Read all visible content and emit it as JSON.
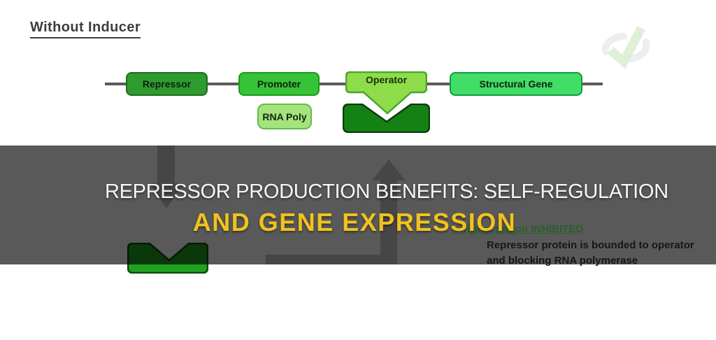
{
  "page": {
    "background": "#ffffff"
  },
  "heading": {
    "label": "Without Inducer",
    "color": "#3d3d3d"
  },
  "banner": {
    "line1": "REPRESSOR PRODUCTION BENEFITS: SELF-REGULATION",
    "line2": "AND GENE EXPRESSION",
    "line1_color": "#f6f6f6",
    "line2_color": "#f2c21c",
    "background": "rgba(0,0,0,0.65)"
  },
  "gene_map": {
    "line_color": "#5a5a5a",
    "boxes": [
      {
        "label": "Repressor",
        "fill": "#2e9b2e",
        "border": "#1d6e1d"
      },
      {
        "label": "Promoter",
        "fill": "#37c337",
        "border": "#189a18"
      },
      {
        "label": "Operator",
        "fill": "#8edc49",
        "border": "#4aa52d"
      },
      {
        "label": "Structural Gene",
        "fill": "#42dd66",
        "border": "#129c42"
      }
    ],
    "rna_poly": {
      "label": "RNA Poly",
      "fill": "#a3e47c",
      "border": "#64ba50"
    },
    "bound_repressor": {
      "fill": "#148114",
      "border": "#0b3c0b"
    },
    "free_repressor": {
      "fill": "#21a121",
      "border": "#0a4a0a"
    }
  },
  "arrows": {
    "color": "#c9c9c9"
  },
  "annotation": {
    "status_label": "Transcription INHIBITED",
    "status_color": "#2b5f2b",
    "description_line1": "Repressor protein is bounded to operator",
    "description_line2": "and blocking RNA polymerase"
  },
  "icons": {
    "watermark_ring_color": "#c9cdc9",
    "watermark_check_color": "#cfe9c4"
  }
}
